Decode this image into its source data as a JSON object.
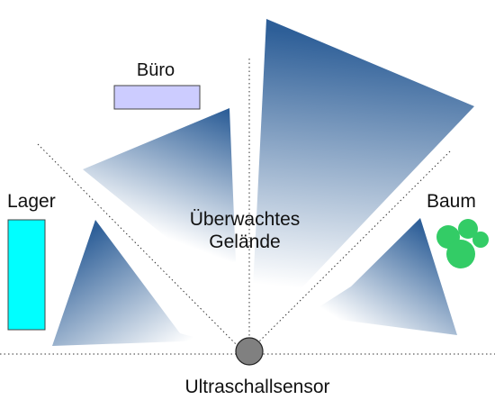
{
  "labels": {
    "office": "Büro",
    "storage": "Lager",
    "tree": "Baum",
    "area_line1": "Überwachtes",
    "area_line2": "Gelände",
    "sensor": "Ultraschallsensor"
  },
  "colors": {
    "fan_dark": "#2e5f98",
    "fan_light": "#ffffff",
    "office_fill": "#ccccff",
    "storage_fill": "#00ffff",
    "tree_fill": "#33cc66",
    "sensor_fill": "#808080",
    "outline": "#444444"
  },
  "icons": {
    "sensor": "sensor-circle-icon",
    "tree": "tree-blob-icon"
  }
}
